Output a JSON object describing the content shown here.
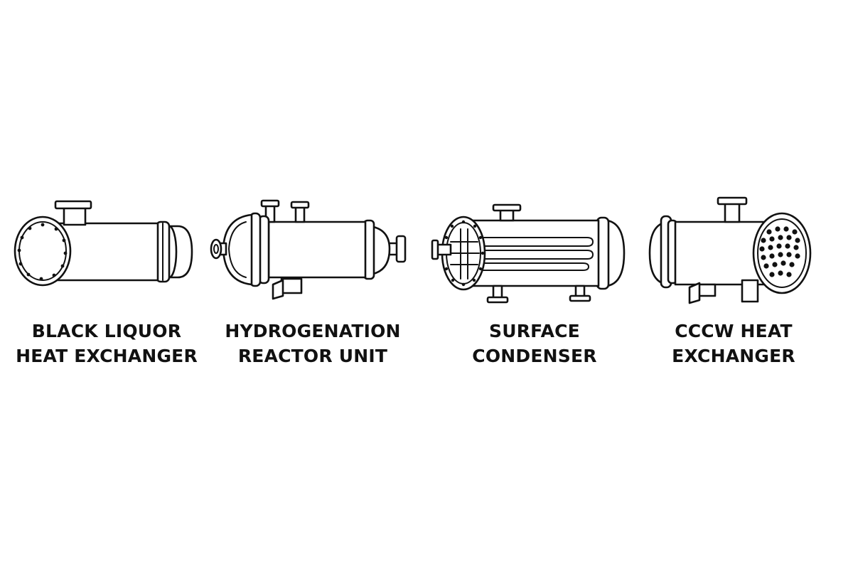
{
  "equipment": [
    {
      "line1": "BLACK LIQUOR",
      "line2": "HEAT EXCHANGER",
      "icon": "black-liquor-heat-exchanger-icon"
    },
    {
      "line1": "HYDROGENATION",
      "line2": "REACTOR UNIT",
      "icon": "hydrogenation-reactor-unit-icon"
    },
    {
      "line1": "SURFACE",
      "line2": "CONDENSER",
      "icon": "surface-condenser-icon"
    },
    {
      "line1": "CCCW HEAT",
      "line2": "EXCHANGER",
      "icon": "cccw-heat-exchanger-icon"
    }
  ],
  "colors": {
    "ink": "#111111",
    "background": "#ffffff"
  }
}
